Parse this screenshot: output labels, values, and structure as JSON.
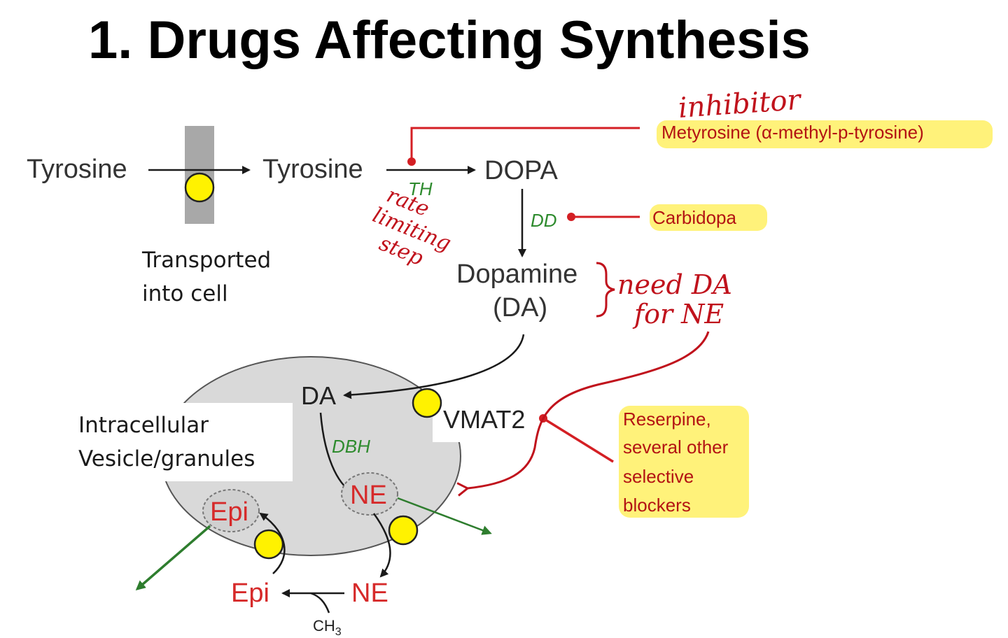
{
  "title": "1. Drugs Affecting Synthesis",
  "nodes": {
    "tyrosine_outside": "Tyrosine",
    "tyrosine_inside": "Tyrosine",
    "dopa": "DOPA",
    "dopamine": "Dopamine",
    "dopamine_abbr": "(DA)",
    "da_vesicle": "DA",
    "ne_vesicle": "NE",
    "epi_vesicle": "Epi",
    "ne_cytosol": "NE",
    "epi_cytosol": "Epi",
    "ch3": "CH",
    "ch3_sub": "3"
  },
  "enzymes": {
    "th": "TH",
    "dd": "DD",
    "dbh": "DBH"
  },
  "labels": {
    "transport_line1": "Transported",
    "transport_line2": "into cell",
    "vesicle_line1": "Intracellular",
    "vesicle_line2": "Vesicle/granules",
    "vmat2": "VMAT2"
  },
  "drugs": {
    "metyrosine": "Metyrosine (α-methyl-p-tyrosine)",
    "carbidopa": "Carbidopa",
    "reserpine_line1": "Reserpine,",
    "reserpine_line2": "several other",
    "reserpine_line3": "selective",
    "reserpine_line4": "blockers"
  },
  "handwriting": {
    "inhibitor": "inhibitor",
    "rate_line1": "rate",
    "rate_line2": "limiting",
    "rate_line3": "step",
    "need_line1": "need DA",
    "need_line2": "for NE"
  },
  "colors": {
    "pathway_arrow": "#1a1a1a",
    "enzyme": "#2e8b2e",
    "drug": "#b31313",
    "inhibition_line": "#d41f24",
    "highlight": "#fff27a",
    "vesicle_fill": "#d9d9d9",
    "transporter": "#fff200",
    "release_arrow": "#2e7d2e"
  }
}
